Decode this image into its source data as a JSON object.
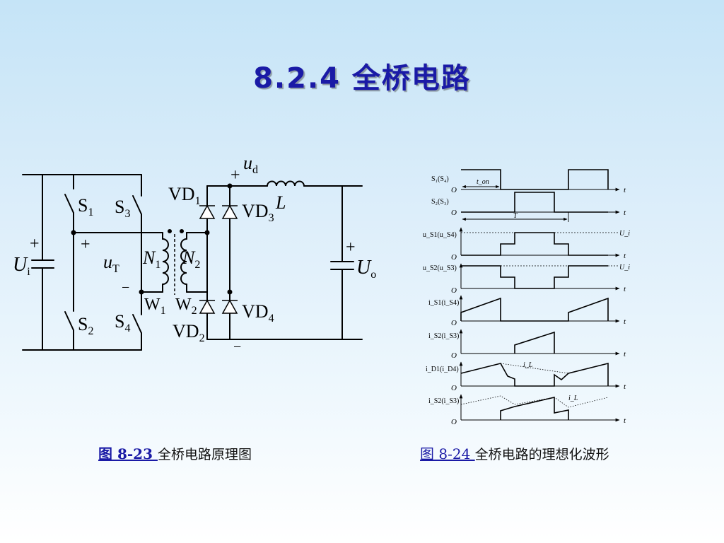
{
  "title": "8.2.4 全桥电路",
  "circuit": {
    "labels": {
      "s1": "S",
      "s1_sub": "1",
      "s2": "S",
      "s2_sub": "2",
      "s3": "S",
      "s3_sub": "3",
      "s4": "S",
      "s4_sub": "4",
      "ui": "U",
      "ui_sub": "i",
      "ut": "u",
      "ut_sub": "T",
      "n1": "N",
      "n1_sub": "1",
      "n2": "N",
      "n2_sub": "2",
      "w1": "W",
      "w1_sub": "1",
      "w2": "W",
      "w2_sub": "2",
      "vd1": "VD",
      "vd1_sub": "1",
      "vd2": "VD",
      "vd2_sub": "2",
      "vd3": "VD",
      "vd3_sub": "3",
      "vd4": "VD",
      "vd4_sub": "4",
      "ud": "u",
      "ud_sub": "d",
      "l": "L",
      "uo": "U",
      "uo_sub": "o",
      "plus": "+",
      "minus": "−"
    }
  },
  "waveforms": {
    "rows": [
      {
        "label": "S₁(S₄)"
      },
      {
        "label": "S₂(S₃)"
      },
      {
        "label": "u_S1(u_S4)",
        "right": "U_i"
      },
      {
        "label": "u_S2(u_S3)",
        "right": "U_i"
      },
      {
        "label": "i_S1(i_S4)"
      },
      {
        "label": "i_S2(i_S3)"
      },
      {
        "label": "i_D1(i_D4)",
        "note": "i_L"
      },
      {
        "label": "i_S2(i_S3)",
        "note": "i_L"
      }
    ],
    "t": "t",
    "o": "O",
    "ton": "t_on",
    "T": "T"
  },
  "captions": {
    "left_no": "图 8-23 ",
    "left_text": "全桥电路原理图",
    "right_no": "图 8-24 ",
    "right_text": "全桥电路的理想化波形"
  }
}
